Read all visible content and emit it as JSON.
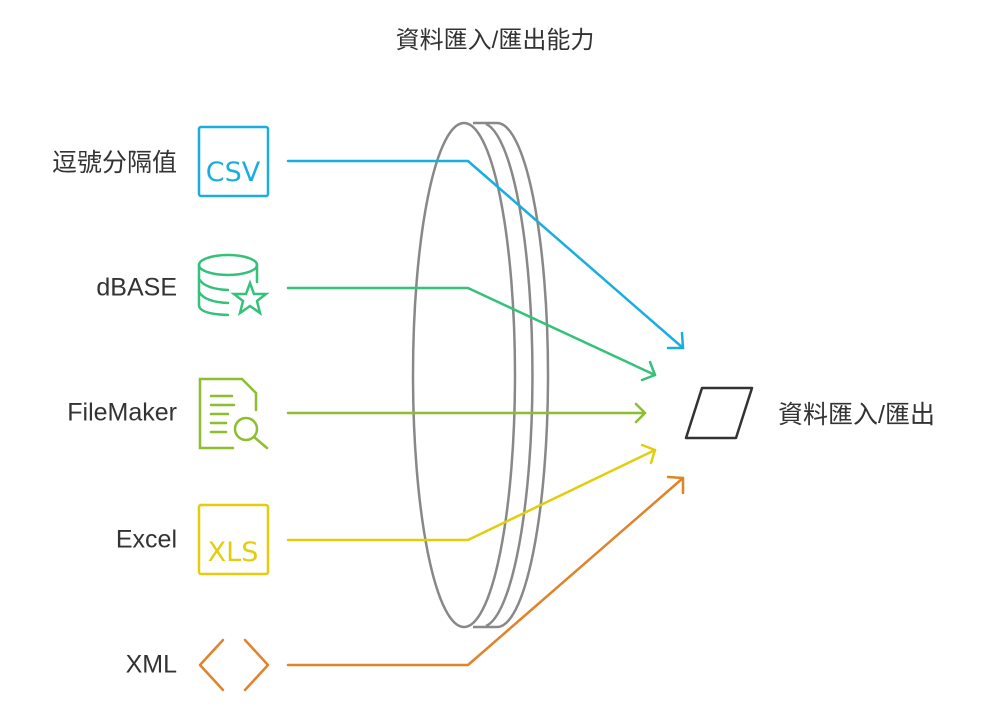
{
  "title": "資料匯入/匯出能力",
  "inputs": [
    {
      "label": "逗號分隔值",
      "icon": "csv-file-icon",
      "icon_text": "CSV",
      "color": "#1AAEE0"
    },
    {
      "label": "dBASE",
      "icon": "database-star-icon",
      "color": "#34C17A"
    },
    {
      "label": "FileMaker",
      "icon": "document-search-icon",
      "color": "#8DBE2E"
    },
    {
      "label": "Excel",
      "icon": "xls-file-icon",
      "icon_text": "XLS",
      "color": "#E2CE0C"
    },
    {
      "label": "XML",
      "icon": "code-brackets-icon",
      "color": "#E0832A"
    }
  ],
  "output": {
    "label": "資料匯入/匯出",
    "icon": "parallelogram-icon"
  }
}
